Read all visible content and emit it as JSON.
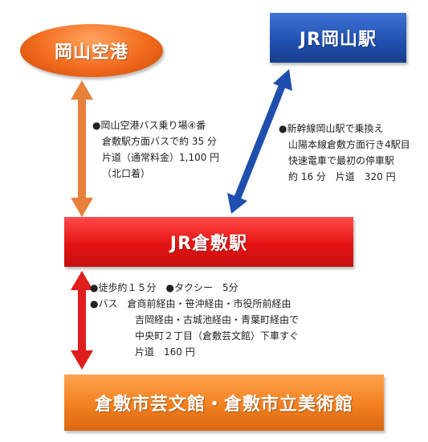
{
  "nodes": {
    "okayama_airport": "岡山空港",
    "jr_okayama": "JR岡山駅",
    "jr_kurashiki": "JR倉敷駅",
    "kurashiki_museum": "倉敷市芸文館・倉敷市立美術館"
  },
  "routes": {
    "airport": [
      "●岡山空港バス乗り場④番",
      "倉敷駅方面バスで約 35 分",
      "片道（通常料金）1,100 円",
      "（北口着）"
    ],
    "okayama": [
      "●新幹線岡山駅で乗換え",
      "山陽本線倉敷方面行き4駅目",
      "快速電車で最初の停車駅",
      "約 16 分　片道　320 円"
    ],
    "kurashiki": [
      "●徒歩約１５分　●タクシー　5分",
      "●バス　倉商前経由・笹沖経由・市役所前経由",
      "吉岡経由・古城池経由・青葉町経由で",
      "中央町２丁目（倉敷芸文館）下車すぐ",
      "片道　160 円"
    ]
  },
  "colors": {
    "airport_arrow": "#e8803a",
    "okayama_arrow": "#1f4fae",
    "kurashiki_arrow": "#e01e1e"
  }
}
